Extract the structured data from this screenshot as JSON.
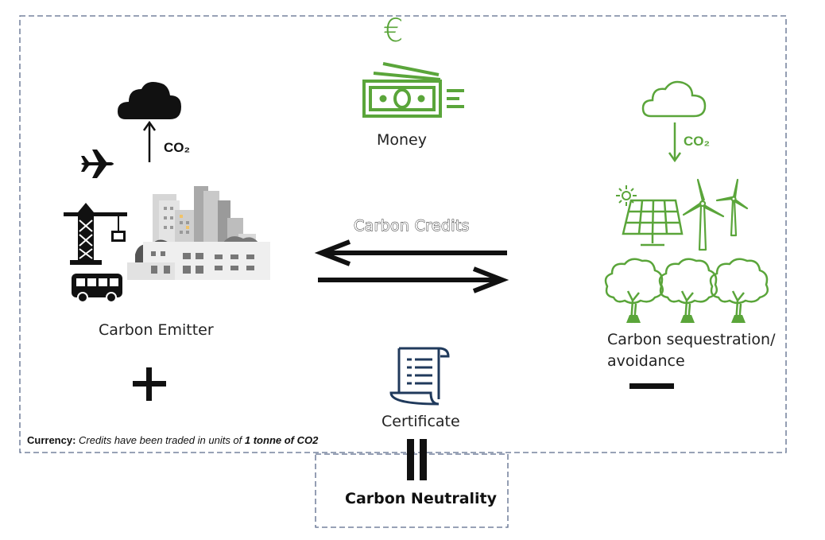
{
  "colors": {
    "green": "#5aa53a",
    "navy": "#203a5c",
    "black": "#111111",
    "border": "#5a6a8a"
  },
  "labels": {
    "money": "Money",
    "euro_symbol": "€",
    "co2_left": "CO₂",
    "co2_right": "CO₂",
    "carbon_emitter": "Carbon Emitter",
    "carbon_credits": "Carbon Credits",
    "sequestration_line1": "Carbon sequestration/",
    "sequestration_line2": "avoidance",
    "certificate": "Certificate",
    "plus_sign": "+",
    "carbon_neutrality": "Carbon Neutrality"
  },
  "footnote": {
    "prefix": "Currency",
    "colon": ":",
    "text": " Credits have been traded in units of ",
    "unit": "1 tonne of CO2"
  },
  "icons": [
    "euro-icon",
    "money-banknote-icon",
    "cloud-dark-icon",
    "airplane-icon",
    "construction-crane-icon",
    "city-buildings-icon",
    "bus-icon",
    "cloud-outline-icon",
    "sun-icon",
    "solar-panel-icon",
    "wind-turbine-icon",
    "trees-icon",
    "certificate-scroll-icon",
    "plus-icon",
    "minus-icon",
    "equals-icon",
    "arrow-left-icon",
    "arrow-right-icon"
  ]
}
